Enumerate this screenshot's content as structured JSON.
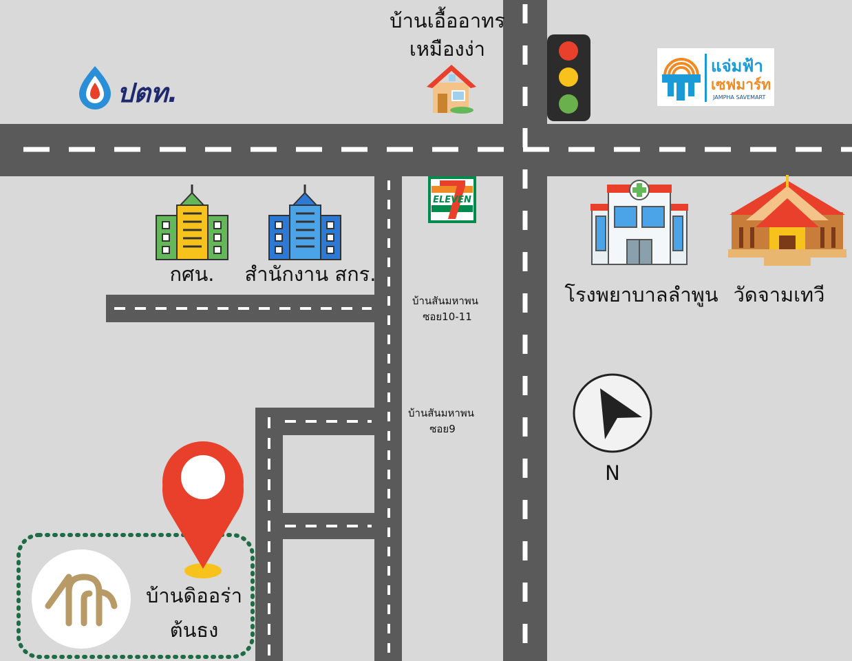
{
  "labels": {
    "guesthouse": [
      "บ้านเอื้ออาทร",
      "เหมืองง่า"
    ],
    "ptt_brand": "ปตท.",
    "jampha_brand_line1": "แจ่มฟ้า",
    "jampha_brand_line2": "เซฟมาร์ท",
    "jampha_brand_en": "JAMPHA SAVEMART",
    "seven_eleven_brand": "ELEVEN",
    "kor_sor_nor": "กศน.",
    "sakorn_office": "สำนักงาน สกร.",
    "hospital": "โรงพยาบาลลำพูน",
    "temple": "วัดจามเทวี",
    "soi_10_11": [
      "บ้านสันมหาพน",
      "ซอย10-11"
    ],
    "soi_9": [
      "บ้านสันมหาพน",
      "ซอย9"
    ],
    "destination": [
      "บ้านดิออร่า",
      "ต้นธง"
    ],
    "north": "N"
  },
  "colors": {
    "background": "#d9d9d9",
    "road": "#5a5a5a",
    "lane_marking": "#ffffff",
    "pin": "#e8402b",
    "dotted_border": "#1f6b45",
    "logo_gold": "#b79a66",
    "ptt_navy": "#1f2a6e",
    "jampha_orange": "#f08a24",
    "jampha_blue": "#1a9ad6"
  },
  "icons": [
    "ptt-logo-icon",
    "house-icon",
    "traffic-light-icon",
    "jampha-savemart-logo-icon",
    "seven-eleven-logo-icon",
    "green-building-icon",
    "blue-building-icon",
    "hospital-icon",
    "temple-icon",
    "north-arrow-icon",
    "location-pin-icon",
    "diora-logo-icon"
  ]
}
